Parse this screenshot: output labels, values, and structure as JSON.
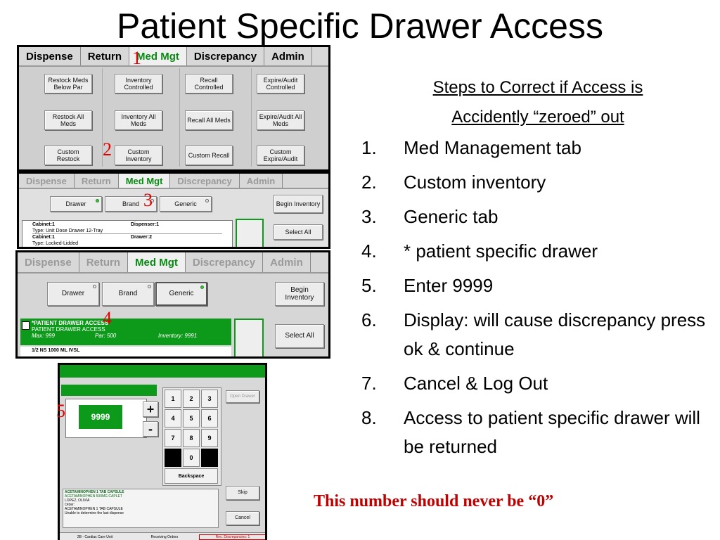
{
  "title": "Patient Specific Drawer Access",
  "panel1": {
    "tabs": [
      "Dispense",
      "Return",
      "Med Mgt",
      "Discrepancy",
      "Admin"
    ],
    "buttons": [
      "Restock Meds Below Par",
      "Inventory Controlled",
      "Recall Controlled",
      "Expire/Audit Controlled",
      "Restock All Meds",
      "Inventory All Meds",
      "Recall All Meds",
      "Expire/Audit All Meds",
      "Custom Restock",
      "Custom Inventory",
      "Custom Recall",
      "Custom Expire/Audit"
    ]
  },
  "panel3": {
    "tabs": [
      "Dispense",
      "Return",
      "Med Mgt",
      "Discrepancy",
      "Admin"
    ],
    "drawer": "Drawer",
    "brand": "Brand",
    "generic": "Generic",
    "begin": "Begin Inventory",
    "select_all": "Select All",
    "row1_left": "Cabinet:1",
    "row1_type": "Type: Unit Dose Drawer 12-Tray",
    "row1_right": "Dispenser:1",
    "row2_left": "Cabinet:1",
    "row2_type": "Type: Locked-Lidded",
    "row2_right": "Drawer:2"
  },
  "panel4": {
    "tabs": [
      "Dispense",
      "Return",
      "Med Mgt",
      "Discrepancy",
      "Admin"
    ],
    "drawer": "Drawer",
    "brand": "Brand",
    "generic": "Generic",
    "begin": "Begin Inventory",
    "select_all": "Select All",
    "item_title": "*PATIENT DRAWER ACCESS",
    "item_sub": "PATIENT DRAWER ACCESS",
    "max": "Max: 999",
    "par": "Par: 500",
    "inventory": "Inventory: 9991",
    "next_item": "1/2 NS 1000 ML IVSL"
  },
  "panel5": {
    "value": "9999",
    "plus": "+",
    "minus": "-",
    "keys": [
      "1",
      "2",
      "3",
      "4",
      "5",
      "6",
      "7",
      "8",
      "9",
      "0"
    ],
    "backspace": "Backspace",
    "open_drawer": "Open Drawer",
    "skip": "Skip",
    "cancel": "Cancel",
    "med_line1": "ACETAMINOPHEN 1 TAB CAPSULE",
    "med_line2": "ACETAMINOPHEN 500MG CAPLET",
    "info1": "LOPEZ, OLIVIA",
    "info2": "Order:",
    "info3": "ACETAMINOPHEN 1 TAB CAPSULE",
    "info4": "Unable to determine the last dispense",
    "status1": "2B - Cardiac Care Unit",
    "status2": "Receiving Orders",
    "status3": "Rec. Discrepancies: 1"
  },
  "markers": [
    "1",
    "2",
    "3",
    "4",
    "5"
  ],
  "steps_heading_line1": "Steps to Correct if Access is",
  "steps_heading_line2": "Accidently “zeroed” out",
  "steps": [
    {
      "num": "1.",
      "text": "Med Management tab"
    },
    {
      "num": "2.",
      "text": "Custom inventory"
    },
    {
      "num": "3.",
      "text": "Generic tab"
    },
    {
      "num": "4.",
      "text": "* patient specific drawer"
    },
    {
      "num": "5.",
      "text": "Enter 9999"
    },
    {
      "num": "6.",
      "text": "Display: will cause discrepancy press ok & continue"
    },
    {
      "num": "7.",
      "text": "Cancel & Log Out"
    },
    {
      "num": "8.",
      "text": "Access to patient specific drawer will be returned"
    }
  ],
  "warning": "This number should never be “0”"
}
